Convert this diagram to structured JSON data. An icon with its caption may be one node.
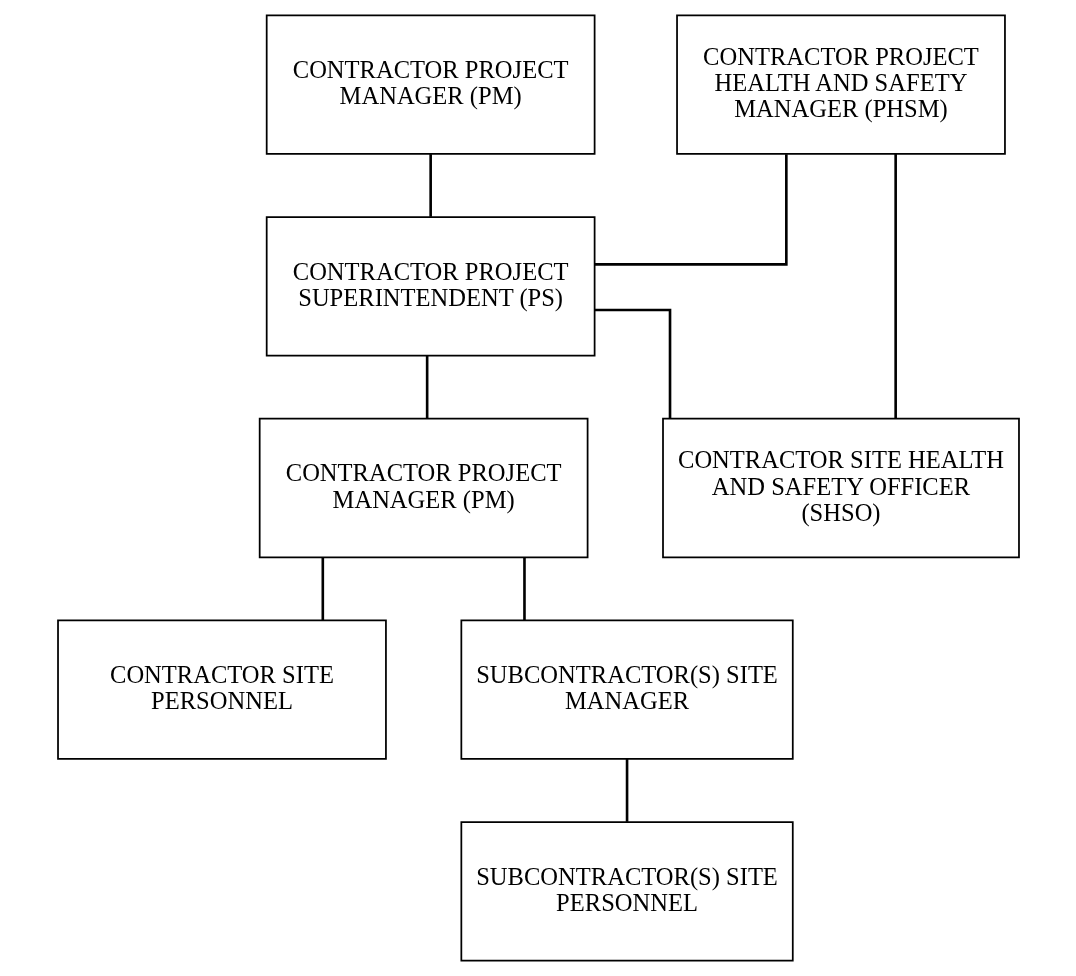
{
  "diagram": {
    "nodes": [
      {
        "text": [
          "CONTRACTOR PROJECT MANAGER (PM)"
        ]
      },
      {
        "text": [
          "CONTRACTOR PROJECT HEALTH AND SAFETY MANAGER (PHSM)"
        ]
      },
      {
        "text": [
          "CONTRACTOR PROJECT SUPERINTENDENT (PS)"
        ]
      },
      {
        "text": [
          "CONTRACTOR SITE HEALTH AND SAFETY OFFICER (SHSO)"
        ]
      },
      {
        "text": [
          "CONTRACTOR PROJECT MANAGER (PM)"
        ]
      },
      {
        "text": [
          "CONTRACTOR SITE PERSONNEL"
        ]
      },
      {
        "text": [
          "SUBCONTRACTOR(S) SITE MANAGER"
        ]
      },
      {
        "text": [
          "SUBCONTRACTOR(S) SITE PERSONNEL"
        ]
      }
    ],
    "edges": [
      {
        "from": 0,
        "to": 2,
        "arrow": "none"
      },
      {
        "from": 2,
        "to": 1,
        "arrow": "none"
      },
      {
        "from": 1,
        "to": 3,
        "arrow": "none"
      },
      {
        "from": 2,
        "to": 3,
        "arrow": "none"
      },
      {
        "from": 2,
        "to": 4,
        "arrow": "none"
      },
      {
        "from": 4,
        "to": 5,
        "arrow": "none"
      },
      {
        "from": 4,
        "to": 6,
        "arrow": "none"
      },
      {
        "from": 6,
        "to": 7,
        "arrow": "none"
      }
    ]
  }
}
